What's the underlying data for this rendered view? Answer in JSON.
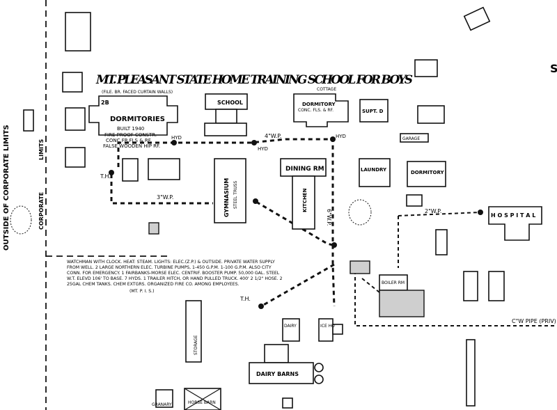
{
  "title": "MT. PLEASANT STATE HOME TRAINING SCHOOL FOR BOYS",
  "limits": {
    "outside": "OUTSIDE OF CORPORATE LIMITS",
    "corporate": "CORPORATE",
    "limits_word": "LIMITS"
  },
  "buildings": {
    "dormitories": {
      "label": "DORMITORIES",
      "note_top": "(FILE. BR. FACED CURTAIN WALLS)",
      "built": "BUILT 1940",
      "const1": "FIRE PROOF CONSTR.",
      "const2": "CONC FR.FLS & RF.",
      "const3": "FALSE WOODEN HIP RF.",
      "stories": "2B"
    },
    "school": {
      "label": "SCHOOL"
    },
    "dormitory": {
      "label": "DORMITORY",
      "sub": "CONC. FLS. & RF.",
      "cottage": "COTTAGE"
    },
    "supt": {
      "label": "SUPT. D"
    },
    "gymnasium": {
      "label": "GYMNASIUM",
      "sub": "STEEL TRUSS"
    },
    "dining": {
      "label": "DINING RM",
      "kitchen": "KITCHEN"
    },
    "hospital": {
      "label": "H O S P I T A L"
    },
    "laundry": {
      "label": "LAUNDRY"
    },
    "dormitory2": {
      "label": "DORMITORY"
    },
    "dairy_barns": {
      "label": "DAIRY BARNS"
    },
    "dairy": {
      "label": "DAIRY"
    },
    "ice_ho": {
      "label": "ICE HO"
    },
    "garage": {
      "label": "GARAGE"
    },
    "granary": {
      "label": "GRANARY"
    },
    "horse_barn": {
      "label": "HORSE BARN"
    },
    "boiler": {
      "label": "BOILER RM"
    },
    "storage": {
      "label": "STORAGE"
    }
  },
  "line_labels": {
    "main_4": "4\"W.P.",
    "main_6": "6\"W.P.",
    "main_2": "2\"W.P.",
    "main_3": "3\"W.P.",
    "hyd": "HYD",
    "th": "T.H.",
    "cwp": "C\"W PIPE (PRIV)"
  },
  "notes": {
    "line1": "WATCHMAN WITH CLOCK. HEAT: STEAM. LIGHTS: ELEC.(Z.P.) & OUTSIDE. PRIVATE WATER SUPPLY",
    "line2": "FROM WELL. 2 LARGE NORTHERN ELEC. TURBINE PUMPS, 1-450 G.P.M. 1-100 G.P.M. ALSO CITY",
    "line3": "CONN. FOR EMERGENCY. 1 FAIRBANKS-MORSE ELEC. CENTRIF. BOOSTER PUMP. 50,000 GAL. STEEL",
    "line4": "W.T. ELEVD 106' TO BASE. 7 HYDS. 1 TRAILER HITCH, OR HAND PULLED TRUCK. 400' 2 1/2\" HOSE. 2",
    "line5": "25GAL CHEM TANKS. CHEM EXTGRS. ORGANIZED FIRE CO. AMONG EMPLOYEES.",
    "line6": "(MT. P. I. S.)"
  }
}
